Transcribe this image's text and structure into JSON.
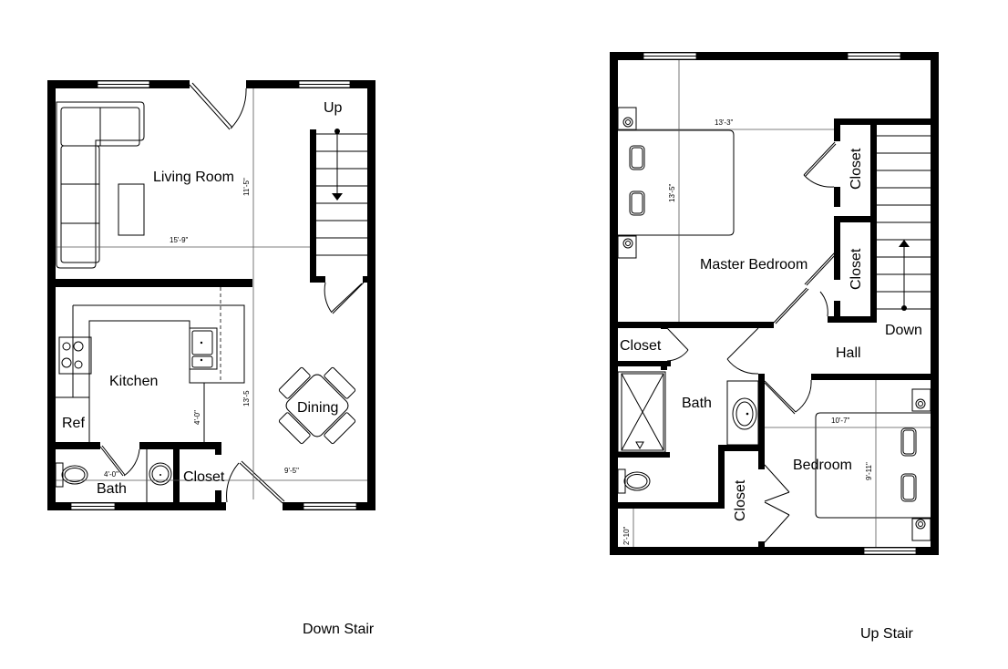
{
  "plans": [
    {
      "caption": "Down Stair",
      "rooms": {
        "living_room": "Living Room",
        "kitchen": "Kitchen",
        "dining": "Dining",
        "ref": "Ref",
        "bath": "Bath",
        "closet": "Closet",
        "stair": "Up"
      },
      "dimensions": {
        "living_width": "15'-9\"",
        "living_depth": "11'-5\"",
        "kitchen_depth": "13'-5",
        "kitchen_island": "4'-0\"",
        "bath_width": "4'-0\"",
        "dining_width": "9'-5\""
      }
    },
    {
      "caption": "Up Stair",
      "rooms": {
        "master_bedroom": "Master Bedroom",
        "closet_1": "Closet",
        "closet_2": "Closet",
        "closet_3": "Closet",
        "closet_4": "Closet",
        "hall": "Hall",
        "bath": "Bath",
        "bedroom": "Bedroom",
        "stair": "Down"
      },
      "dimensions": {
        "master_width": "13'-3\"",
        "master_depth": "13'-5\"",
        "bedroom_width": "10'-7\"",
        "bedroom_depth": "9'-11\"",
        "bottom_strip": "2'-10\""
      }
    }
  ]
}
